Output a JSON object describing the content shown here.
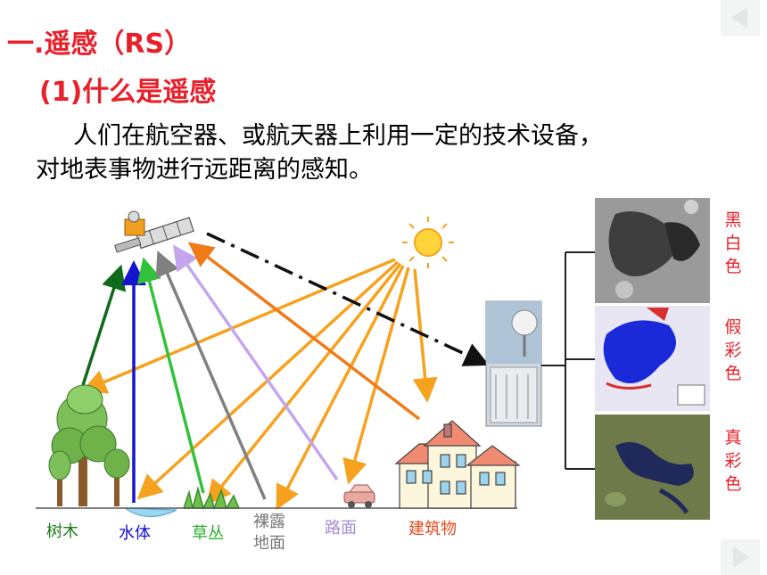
{
  "title": {
    "section": "一.遥感（RS）",
    "subsection": "(1)什么是遥感"
  },
  "definition": {
    "line1": "人们在航空器、或航天器上利用一定的技术设备，",
    "line2": "对地表事物进行远距离的感知。"
  },
  "ground_labels": [
    {
      "text": "树木",
      "color": "#1a7a1a"
    },
    {
      "text": "水体",
      "color": "#1010d0"
    },
    {
      "text": "草丛",
      "color": "#2ab02a"
    },
    {
      "text": "裸露地面",
      "line1": "裸露",
      "line2": "地面",
      "color": "#777777"
    },
    {
      "text": "路面",
      "color": "#a78bd8"
    },
    {
      "text": "建筑物",
      "color": "#e84a1a"
    }
  ],
  "image_types": [
    {
      "text": "黑白色",
      "chars": [
        "黑",
        "白",
        "色"
      ]
    },
    {
      "text": "假彩色",
      "chars": [
        "假",
        "彩",
        "色"
      ]
    },
    {
      "text": "真彩色",
      "chars": [
        "真",
        "彩",
        "色"
      ]
    }
  ],
  "colors": {
    "title": "#e8202a",
    "sun_ray": "#f6a21e",
    "reflect_building": "#f07a18"
  }
}
